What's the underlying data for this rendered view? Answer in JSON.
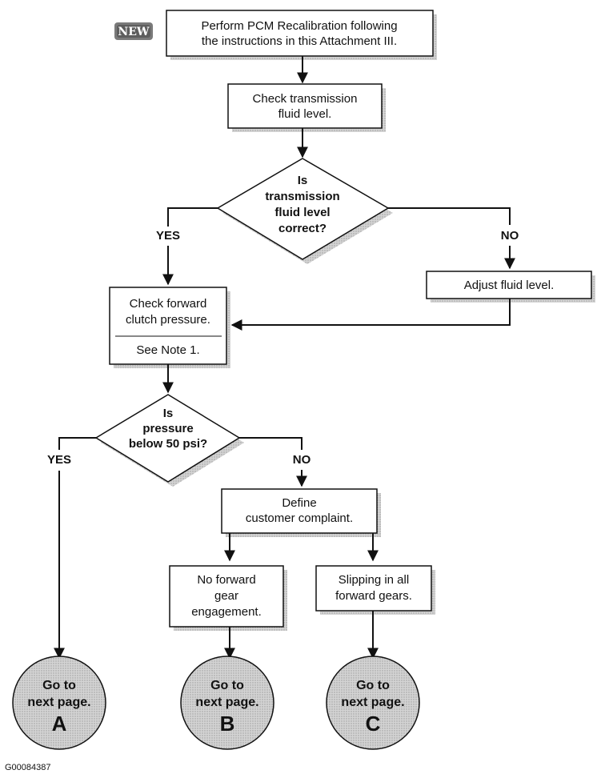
{
  "badge": "NEW",
  "figure_code": "G00084387",
  "boxes": {
    "recalibrate": [
      "Perform PCM Recalibration following",
      "the instructions in this Attachment III."
    ],
    "check_fluid": [
      "Check transmission",
      "fluid level."
    ],
    "adjust_fluid": [
      "Adjust fluid level."
    ],
    "check_pressure": [
      "Check forward",
      "clutch pressure."
    ],
    "check_pressure_note": "See Note 1.",
    "define_complaint": [
      "Define",
      "customer complaint."
    ],
    "no_forward": [
      "No forward",
      "gear",
      "engagement."
    ],
    "slipping": [
      "Slipping in all",
      "forward gears."
    ]
  },
  "decisions": {
    "fluid_level": [
      "Is",
      "transmission",
      "fluid level",
      "correct?"
    ],
    "pressure": [
      "Is",
      "pressure",
      "below 50 psi?"
    ]
  },
  "branch_labels": {
    "fluid_yes": "YES",
    "fluid_no": "NO",
    "pressure_yes": "YES",
    "pressure_no": "NO"
  },
  "connectors": {
    "a": {
      "lines": [
        "Go to",
        "next page."
      ],
      "letter": "A"
    },
    "b": {
      "lines": [
        "Go to",
        "next page."
      ],
      "letter": "B"
    },
    "c": {
      "lines": [
        "Go to",
        "next page."
      ],
      "letter": "C"
    }
  }
}
